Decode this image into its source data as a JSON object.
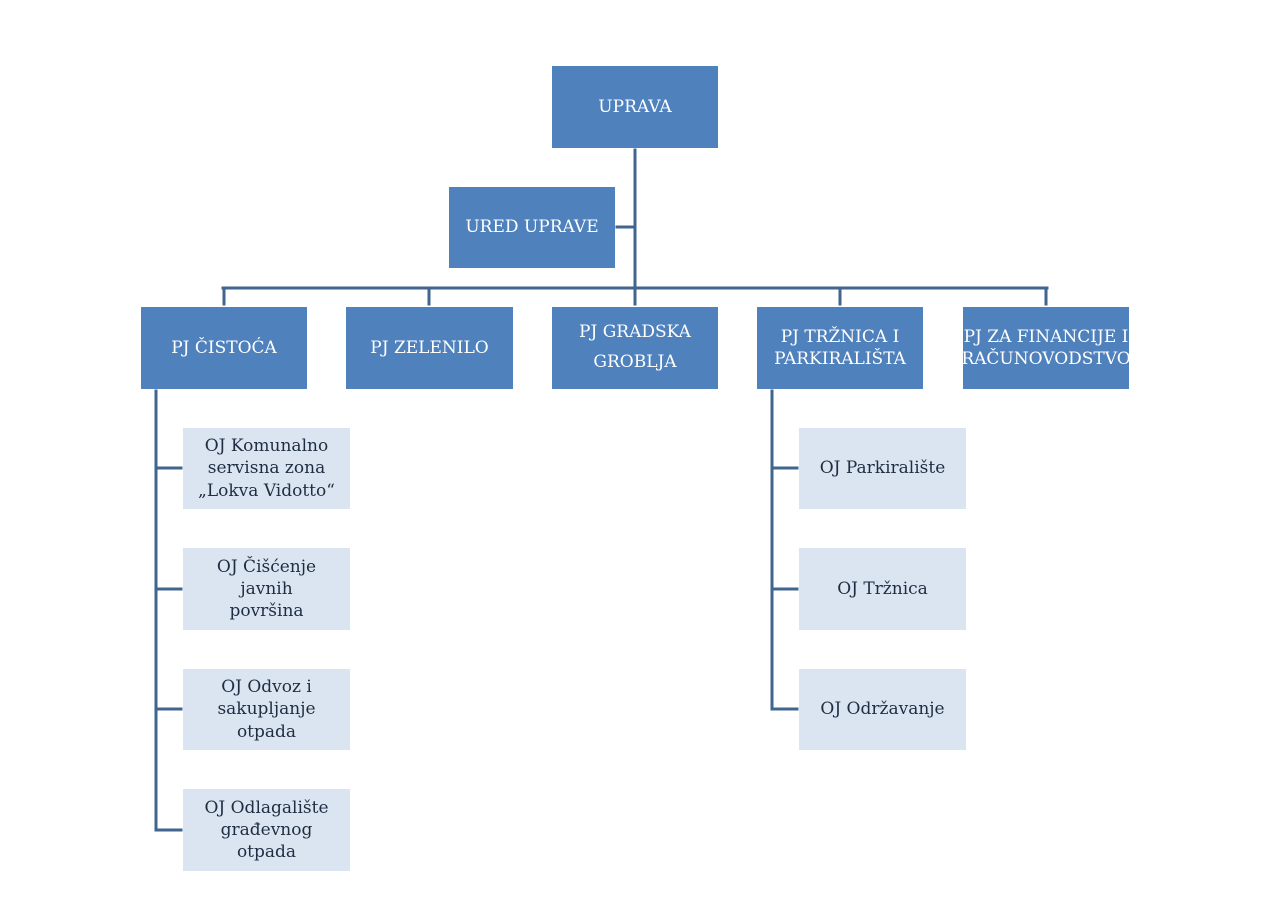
{
  "colors": {
    "primary_fill": "#4f81bd",
    "secondary_fill": "#dbe5f1",
    "connector": "#41658f"
  },
  "chart_data": {
    "type": "org-chart",
    "root": {
      "label": "UPRAVA",
      "assistant": "URED UPRAVE"
    },
    "units": [
      {
        "label": "PJ ČISTOĆA",
        "children": [
          "OJ Komunalno\nservisna zona\n„Lokva Vidotto“",
          "OJ Čišćenje javnih\npovršina",
          "OJ Odvoz i\nsakupljanje otpada",
          "OJ Odlagalište\ngrađevnog otpada"
        ]
      },
      {
        "label": "PJ ZELENILO",
        "children": []
      },
      {
        "label": "PJ GRADSKA\nGROBLJA",
        "children": []
      },
      {
        "label": "PJ TRŽNICA I\nPARKIRALIŠTA",
        "children": [
          "OJ Parkiralište",
          "OJ Tržnica",
          "OJ Održavanje"
        ]
      },
      {
        "label": "PJ ZA FINANCIJE I\nRAČUNOVODSTVO",
        "children": []
      }
    ]
  }
}
